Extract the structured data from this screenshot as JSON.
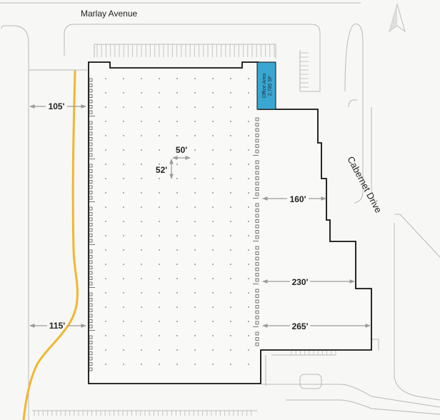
{
  "streets": {
    "north": "Marlay Avenue",
    "east": "Cabernet Drive"
  },
  "office": {
    "name": "Office Area",
    "size": "2,785 SF",
    "color": "#3aa7d2"
  },
  "dimensions": {
    "bay_width": "50'",
    "bay_depth": "52'",
    "west_yard_top": "105'",
    "west_yard_bottom": "115'",
    "east_yard_1": "160'",
    "east_yard_2": "230'",
    "east_yard_3": "265'"
  },
  "colors": {
    "building_outline": "#111111",
    "site_lines": "#b8b8b8",
    "dimension_arrows": "#9a9a9a",
    "rail_line": "#f2b630",
    "background": "#f7f7f5"
  },
  "icons": [
    "north-arrow-icon"
  ]
}
